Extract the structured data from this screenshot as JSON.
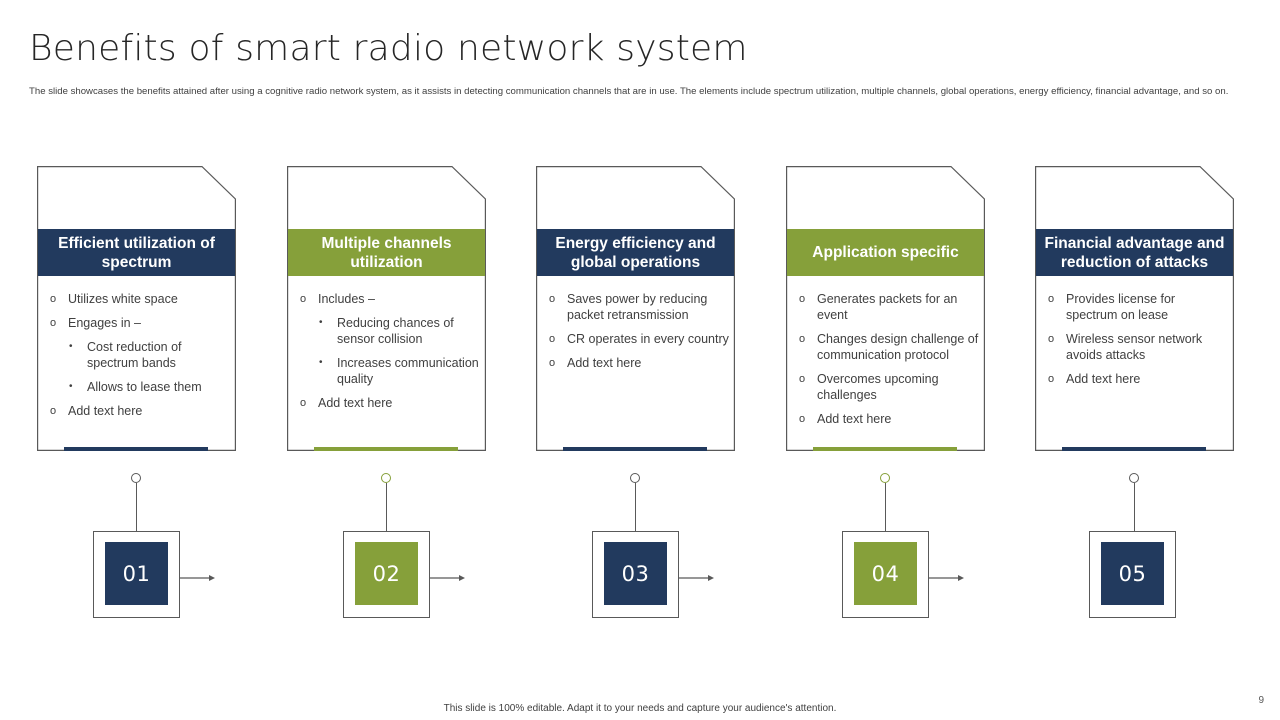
{
  "slide": {
    "title": "Benefits of smart radio network system",
    "subtitle": "The slide showcases the benefits attained after using a cognitive radio network system, as it assists in detecting communication channels that are in use. The elements include spectrum utilization, multiple channels, global operations, energy efficiency, financial advantage, and so on.",
    "footer": "This slide is 100% editable. Adapt it to your needs and capture your audience's attention.",
    "page_number": "9"
  },
  "colors": {
    "navy": "#223A5E",
    "green": "#86A03A",
    "border": "#595959"
  },
  "cards": [
    {
      "heading": "Efficient utilization of spectrum",
      "color": "navy",
      "number": "01",
      "items": [
        {
          "text": "Utilizes white space",
          "level": 1
        },
        {
          "text": "Engages in –",
          "level": 1
        },
        {
          "text": "Cost reduction of spectrum bands",
          "level": 2
        },
        {
          "text": "Allows to lease them",
          "level": 2
        },
        {
          "text": "Add text here",
          "level": 1
        }
      ]
    },
    {
      "heading": "Multiple channels utilization",
      "color": "green",
      "number": "02",
      "items": [
        {
          "text": "Includes –",
          "level": 1
        },
        {
          "text": "Reducing chances of sensor collision",
          "level": 2
        },
        {
          "text": "Increases communication quality",
          "level": 2
        },
        {
          "text": "Add text here",
          "level": 1
        }
      ]
    },
    {
      "heading": "Energy efficiency and global operations",
      "color": "navy",
      "number": "03",
      "items": [
        {
          "text": "Saves power by reducing packet retransmission",
          "level": 1
        },
        {
          "text": "CR operates in every country",
          "level": 1
        },
        {
          "text": "Add text here",
          "level": 1
        }
      ]
    },
    {
      "heading": "Application specific",
      "color": "green",
      "number": "04",
      "items": [
        {
          "text": "Generates packets for an event",
          "level": 1
        },
        {
          "text": "Changes design challenge of communication protocol",
          "level": 1
        },
        {
          "text": "Overcomes upcoming challenges",
          "level": 1
        },
        {
          "text": "Add text here",
          "level": 1
        }
      ]
    },
    {
      "heading": "Financial advantage and reduction of attacks",
      "color": "navy",
      "number": "05",
      "items": [
        {
          "text": "Provides license for spectrum on lease",
          "level": 1
        },
        {
          "text": "Wireless sensor network avoids attacks",
          "level": 1
        },
        {
          "text": "Add text here",
          "level": 1
        }
      ]
    }
  ]
}
